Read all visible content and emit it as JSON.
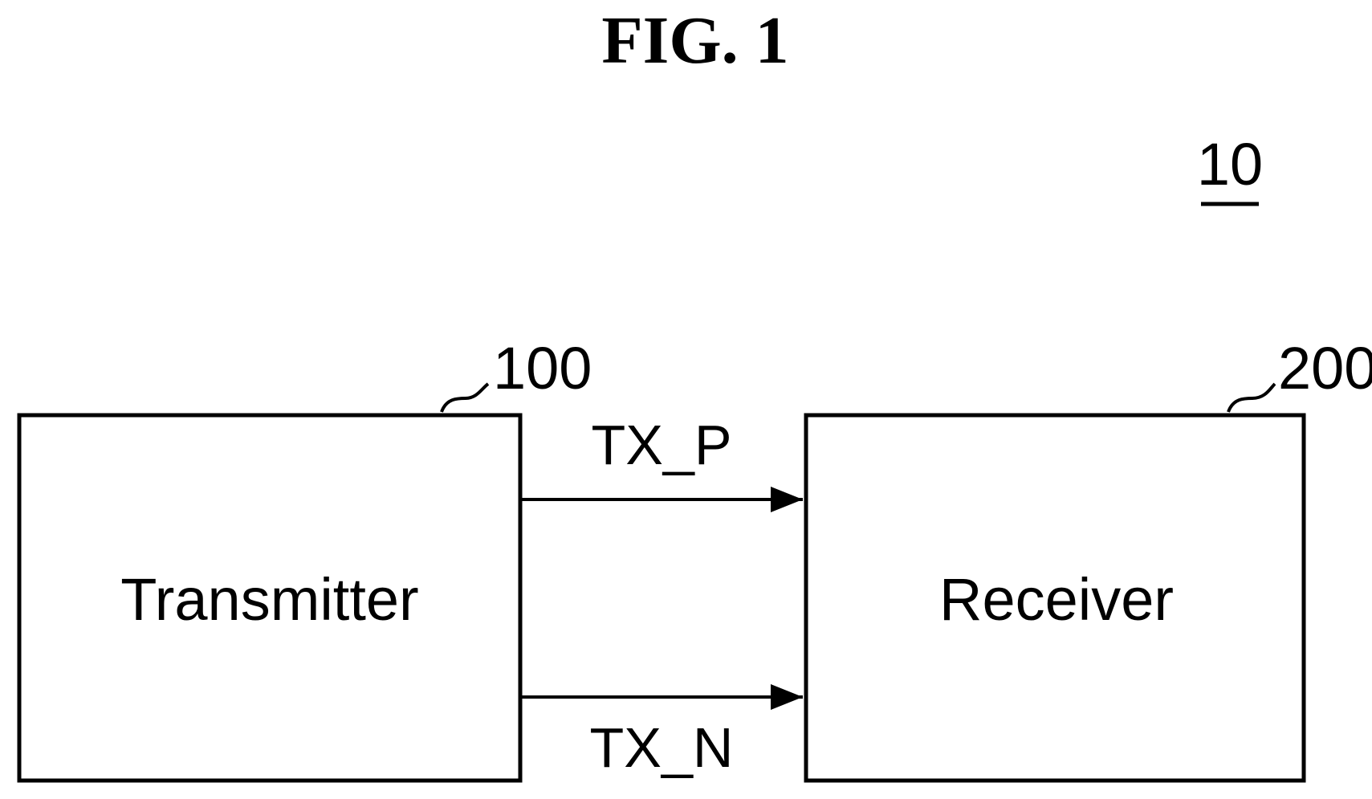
{
  "figure": {
    "title": "FIG. 1",
    "system_ref": "10"
  },
  "blocks": {
    "transmitter": {
      "label": "Transmitter",
      "ref": "100"
    },
    "receiver": {
      "label": "Receiver",
      "ref": "200"
    }
  },
  "signals": {
    "positive": "TX_P",
    "negative": "TX_N"
  }
}
